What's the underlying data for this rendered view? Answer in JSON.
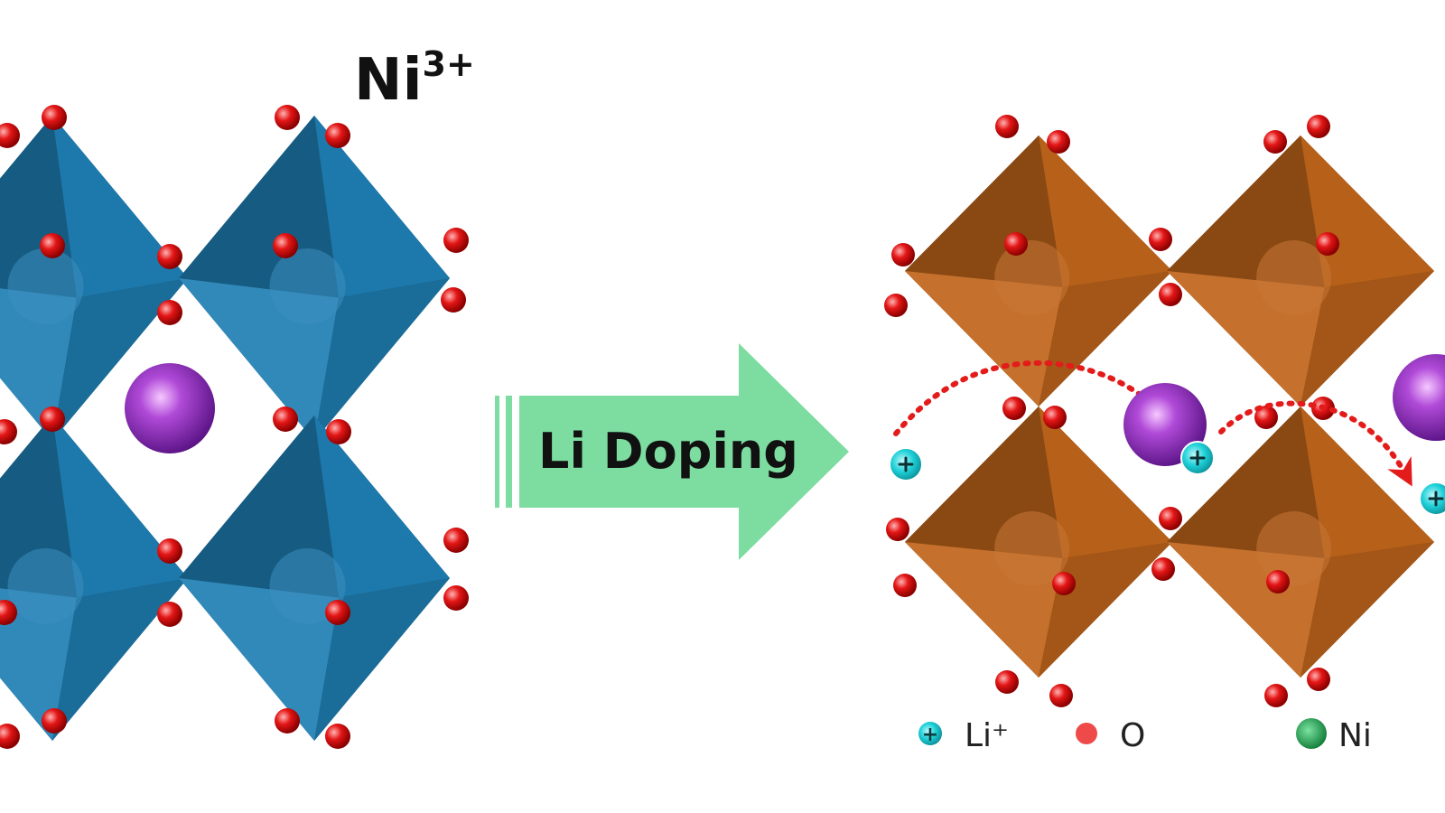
{
  "left_structure": {
    "label_base": "Ni",
    "label_superscript": "3+"
  },
  "arrow": {
    "label": "Li Doping"
  },
  "legend": {
    "items": [
      {
        "symbol": "+",
        "label": "Li⁺"
      },
      {
        "symbol": "",
        "label": "O"
      },
      {
        "symbol": "",
        "label": "Ni"
      }
    ]
  },
  "colors": {
    "blue_octahedra": "#1f7fb4",
    "orange_octahedra": "#c0651b",
    "oxygen": "#e41616",
    "a_site_ion": "#9b35c9",
    "li_ion": "#1fd1d9",
    "ni_legend": "#10a64a",
    "arrow_fill": "#7ddca0",
    "migration_path": "#e31b1b"
  }
}
